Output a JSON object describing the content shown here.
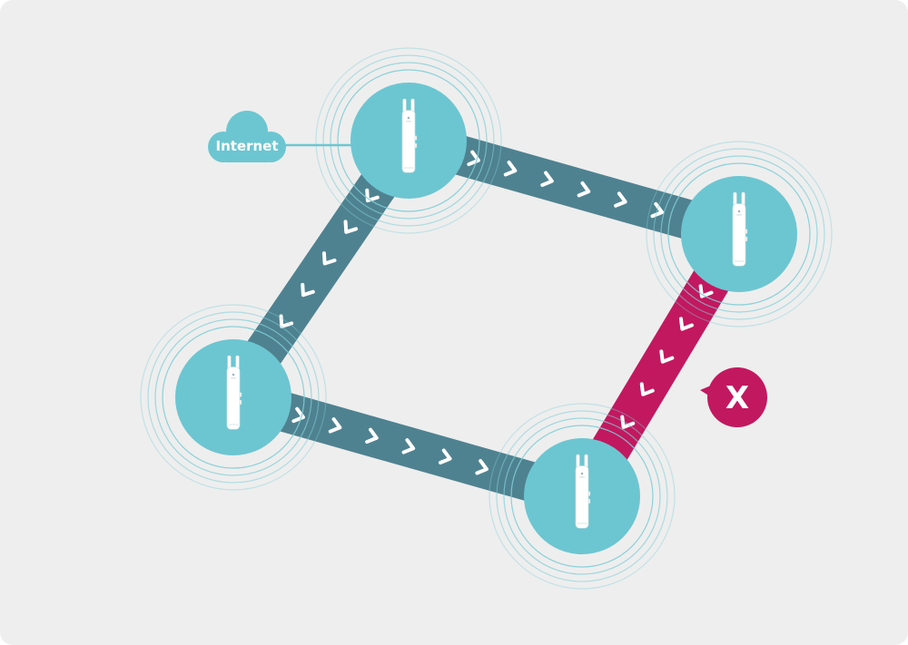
{
  "diagram": {
    "internet_label": "Internet",
    "failure_label": "X",
    "colors": {
      "background": "#eeeeee",
      "node_fill": "#6cc6d1",
      "ring": "#7fcdd6",
      "link_active": "#4f8290",
      "link_failed": "#c2185f",
      "chevron": "#ffffff",
      "cloud": "#6cc6d1"
    },
    "icons": {
      "node": "outdoor-access-point-icon",
      "cloud": "cloud-icon",
      "failure": "failure-x-icon",
      "arrow": "chevron-icon"
    },
    "nodes": [
      {
        "id": "ap-top",
        "role": "root"
      },
      {
        "id": "ap-right"
      },
      {
        "id": "ap-left"
      },
      {
        "id": "ap-bottom"
      }
    ],
    "links": [
      {
        "from": "ap-top",
        "to": "ap-right",
        "status": "active"
      },
      {
        "from": "ap-top",
        "to": "ap-left",
        "status": "active"
      },
      {
        "from": "ap-left",
        "to": "ap-bottom",
        "status": "active"
      },
      {
        "from": "ap-right",
        "to": "ap-bottom",
        "status": "failed"
      }
    ]
  }
}
